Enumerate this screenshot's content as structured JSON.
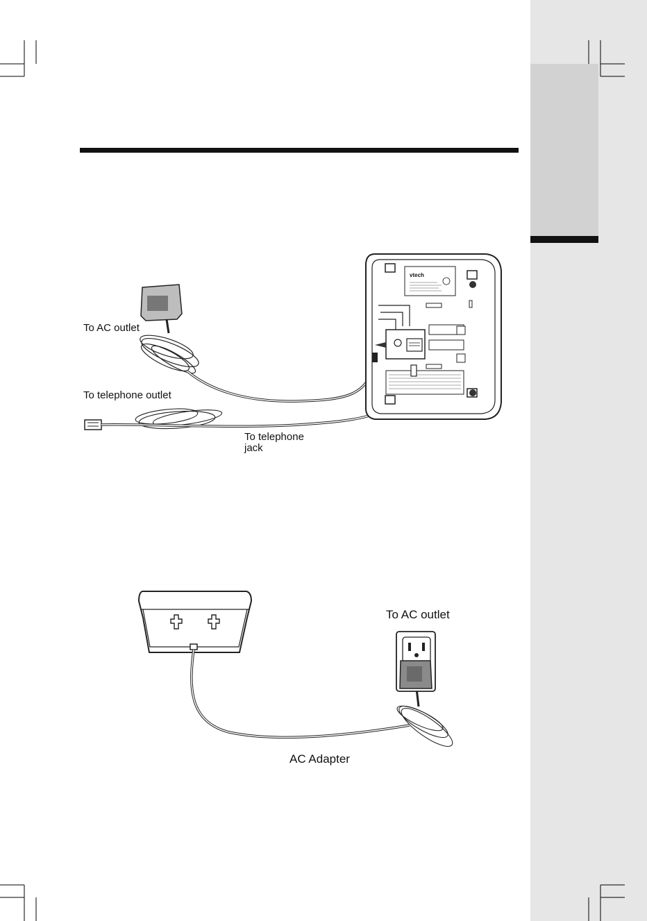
{
  "figure1": {
    "label_ac_outlet": "To AC outlet",
    "label_telephone_outlet": "To telephone outlet",
    "label_telephone_jack": "To telephone\njack",
    "base_logo": "vtech"
  },
  "figure2": {
    "label_ac_outlet": "To AC outlet",
    "label_ac_adapter": "AC Adapter"
  }
}
